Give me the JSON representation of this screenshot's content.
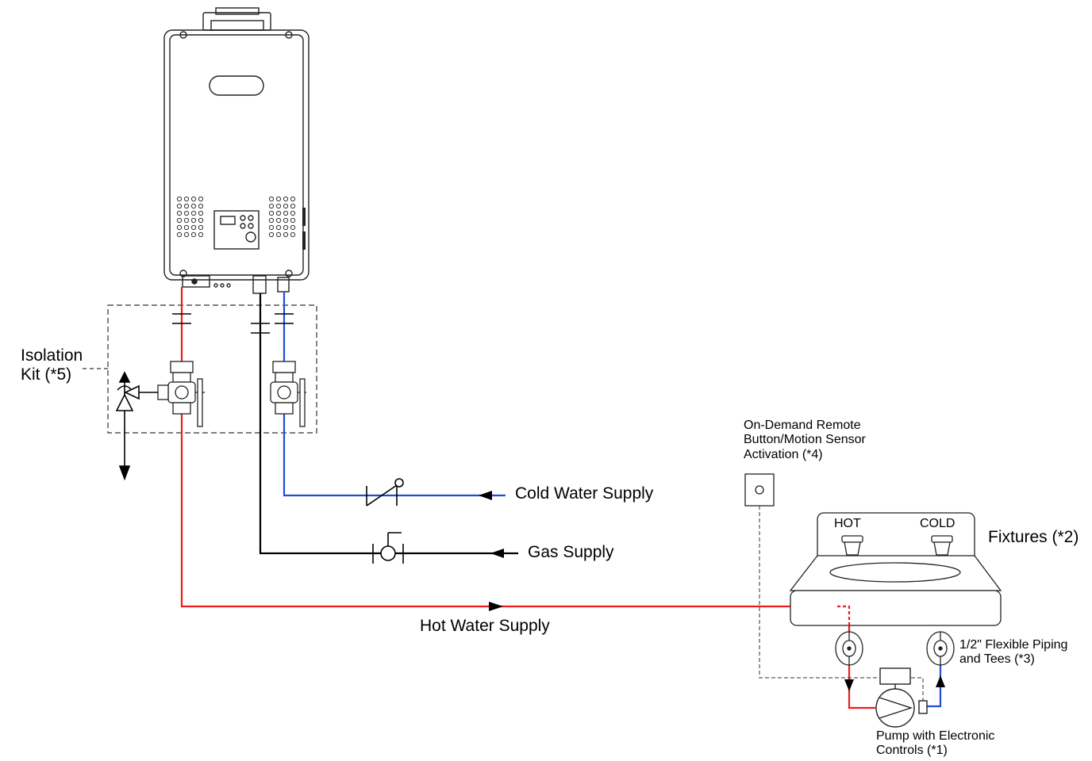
{
  "labels": {
    "isolation_kit": [
      "Isolation",
      "Kit (*5)"
    ],
    "cold_water_supply": "Cold Water Supply",
    "gas_supply": "Gas Supply",
    "hot_water_supply": "Hot Water Supply",
    "remote_activation": [
      "On-Demand Remote",
      "Button/Motion Sensor",
      "Activation (*4)"
    ],
    "fixtures": "Fixtures (*2)",
    "faucet_hot": "HOT",
    "faucet_cold": "COLD",
    "flex_piping": [
      "1/2\" Flexible Piping",
      "and Tees (*3)"
    ],
    "pump": [
      "Pump with Electronic",
      "Controls (*1)"
    ]
  },
  "colors": {
    "hot_pipe": "#ee1c1c",
    "cold_pipe": "#1f4fd6",
    "gas_pipe": "#000000",
    "line": "#222222"
  },
  "icons": [
    "water-heater-icon",
    "ball-valve-icon",
    "pressure-relief-valve-icon",
    "check-valve-icon",
    "gas-valve-icon",
    "pump-icon",
    "sink-icon",
    "flow-arrow-icon",
    "remote-button-icon"
  ]
}
